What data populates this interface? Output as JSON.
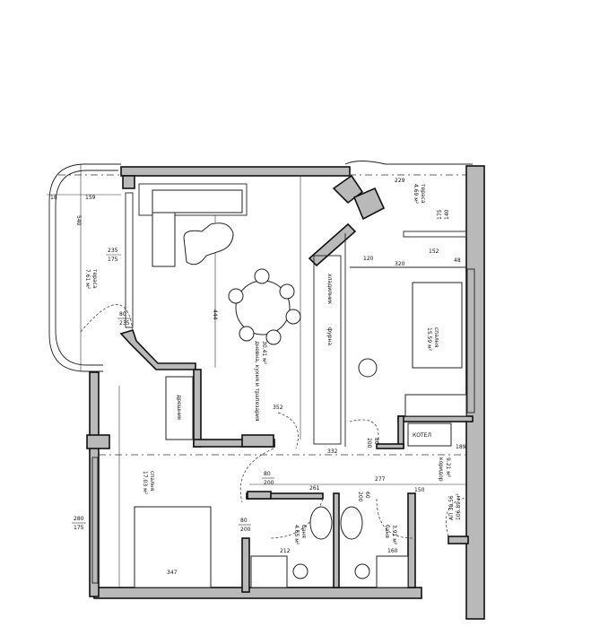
{
  "rooms": {
    "living": {
      "name": "дневна, кухня и трапезария",
      "area": "30.41 м²"
    },
    "terrace_left": {
      "name": "тераса",
      "area": "7.61 м²"
    },
    "terrace_right": {
      "name": "тераса",
      "area": "4.69 м²"
    },
    "bedroom_right": {
      "name": "спалня",
      "area": "15.59 м²"
    },
    "bedroom_left": {
      "name": "спалня",
      "area": "17.03 м²"
    },
    "bath1": {
      "name": "баня",
      "area": "4.65 м²"
    },
    "bath2": {
      "name": "баня",
      "area": "3.91 м²"
    },
    "corridor": {
      "name": "коридор",
      "area": "9.21 м²"
    },
    "apartment": {
      "name": "АП 30.56",
      "area": "106.89 м²"
    }
  },
  "fixtures": {
    "wardrobe": "дрешник",
    "boiler": "КОТЕЛ",
    "kitchen_1": "хладилник",
    "kitchen_2": "фурна"
  },
  "openings": {
    "terrace_window": {
      "width": "235",
      "height": "175"
    },
    "terrace_door": {
      "width": "80",
      "height": "235"
    },
    "bedroom_window": {
      "width": "280",
      "height": "175"
    },
    "door_bedroom": {
      "width": "80",
      "height": "200"
    },
    "door_bath": {
      "width": "80",
      "height": "200"
    },
    "door_bath2": {
      "width": "60",
      "height": "200"
    },
    "door_kitchen": {
      "width": "80",
      "height": "200"
    },
    "terrace_right_window": {
      "width": "175",
      "height": "140"
    }
  },
  "dimensions": [
    "159",
    "18",
    "540",
    "444",
    "320",
    "152",
    "229",
    "120",
    "48",
    "332",
    "352",
    "261",
    "277",
    "150",
    "347",
    "212",
    "160",
    "189"
  ]
}
